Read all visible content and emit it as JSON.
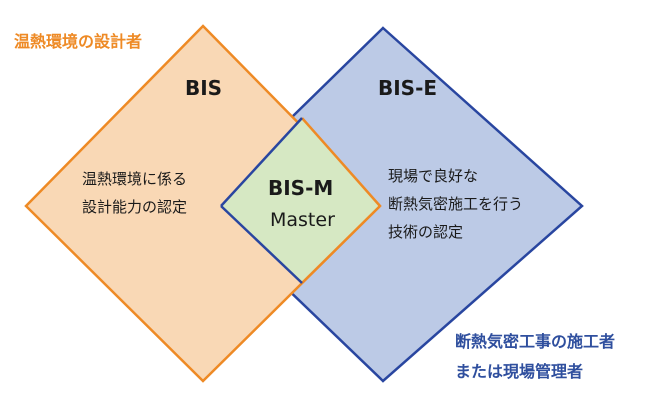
{
  "colors": {
    "orange_stroke": "#ee8a25",
    "orange_fill": "#f9d8b5",
    "blue_stroke": "#2946a0",
    "blue_fill": "#bccae6",
    "overlap_fill": "#d6e8c3",
    "title_text": "#1a1a1a",
    "corner_right_text": "#2f4f9e"
  },
  "corner_labels": {
    "top_left": "温熱環境の設計者",
    "bottom_right": [
      "断熱気密工事の施工者",
      "または現場管理者"
    ]
  },
  "certifications": {
    "bis": {
      "title": "BIS",
      "description": [
        "温熱環境に係る",
        "設計能力の認定"
      ]
    },
    "bis_e": {
      "title": "BIS-E",
      "description": [
        "現場で良好な",
        "断熱気密施工を行う",
        "技術の認定"
      ]
    },
    "bis_m": {
      "title": "BIS-M",
      "subtitle": "Master"
    }
  }
}
